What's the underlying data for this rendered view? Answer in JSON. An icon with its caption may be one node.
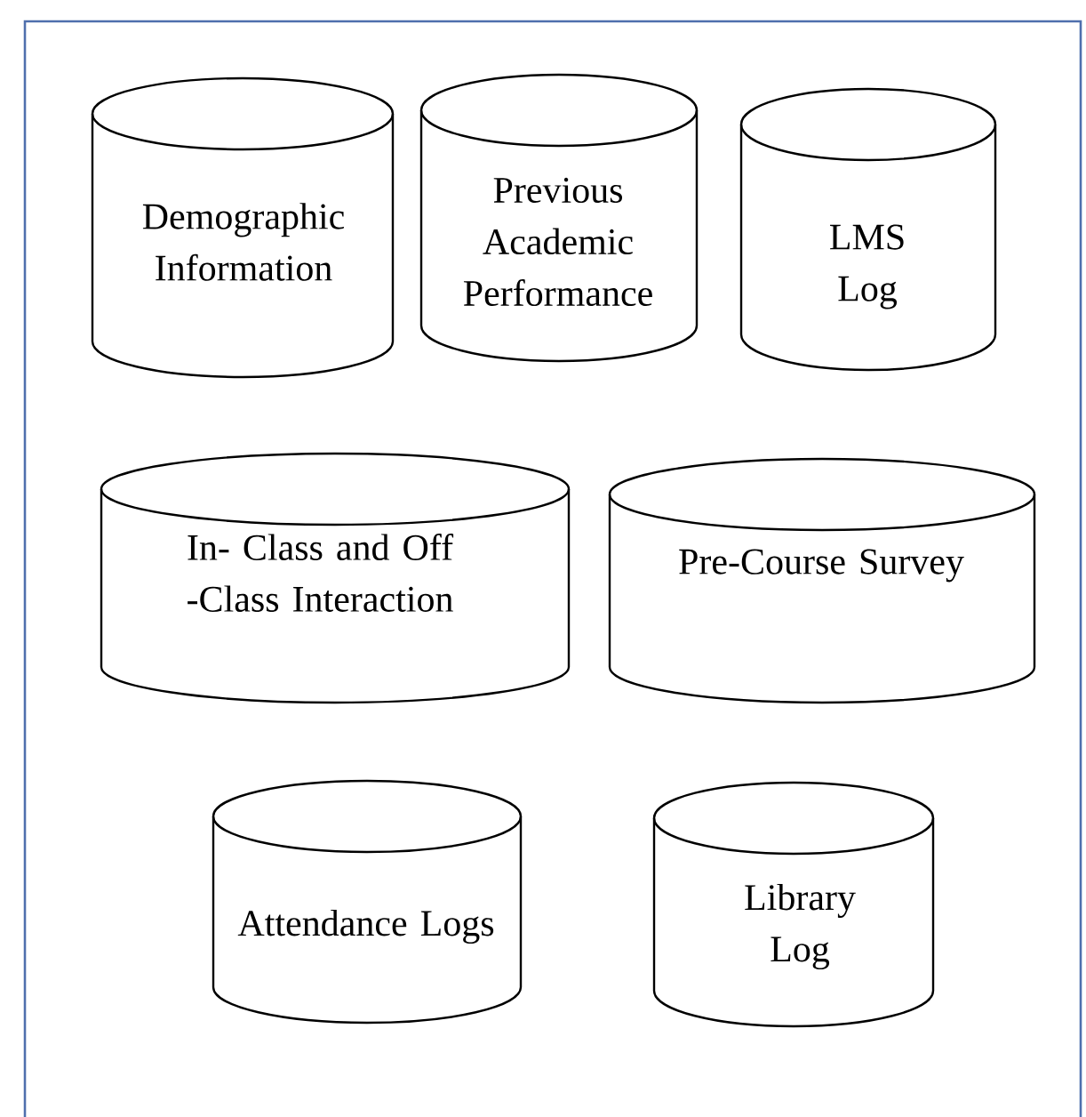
{
  "diagram": {
    "nodes": [
      {
        "text": [
          "Demographic Information"
        ]
      },
      {
        "text": [
          "Previous Academic Performance"
        ]
      },
      {
        "text": [
          "LMS Log"
        ]
      },
      {
        "text": [
          "In- Class and Off -Class Interaction"
        ]
      },
      {
        "text": [
          "Pre-Course Survey"
        ]
      },
      {
        "text": [
          "Attendance Logs"
        ]
      },
      {
        "text": [
          "Library Log"
        ]
      }
    ]
  }
}
